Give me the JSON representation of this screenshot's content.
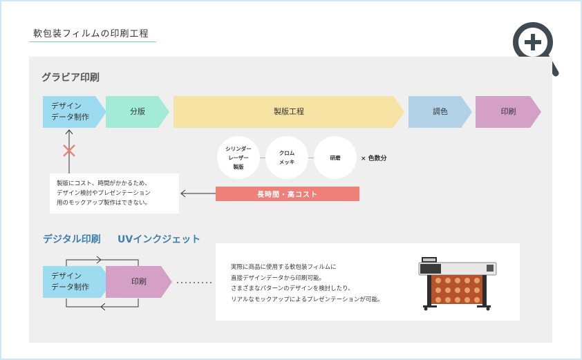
{
  "page": {
    "title": "軟包装フィルムの印刷工程"
  },
  "gravure": {
    "title": "グラビア印刷",
    "steps": [
      {
        "label": "デザイン\nデータ制作",
        "color": "#9ddcf0"
      },
      {
        "label": "分版",
        "color": "#a3ebd7"
      },
      {
        "label": "製版工程",
        "color": "#f6e3a3"
      },
      {
        "label": "調色",
        "color": "#b2d2e7"
      },
      {
        "label": "印刷",
        "color": "#d4a0c6"
      }
    ],
    "plate_steps": [
      "シリンダー\nレーザー\n製版",
      "クロム\nメッキ",
      "研磨"
    ],
    "times_label": "× 色数分",
    "cost_label": "長時間・高コスト",
    "note": "製版にコスト、時間がかかるため、\nデザイン検討やプレゼンテーション\n用のモックアップ製作はできない。"
  },
  "digital": {
    "title": "デジタル印刷",
    "subtitle": "UVインクジェット",
    "steps": [
      {
        "label": "デザイン\nデータ制作",
        "color": "#9ddcf0"
      },
      {
        "label": "印刷",
        "color": "#d4a0c6"
      }
    ],
    "description": "実際に商品に使用する軟包装フィルムに\n直接デザインデータから印刷可能。\nさまざまなパターンのデザインを検討したり、\nリアルなモックアップによるプレゼンテーションが可能。"
  },
  "icons": {
    "zoom": "zoom-in-icon",
    "cross": "cross-icon",
    "printer": "printer-image"
  },
  "colors": {
    "accent_blue": "#3d7fb0",
    "cost_red": "#ee7f79",
    "icon_dark": "#3f4a52"
  }
}
